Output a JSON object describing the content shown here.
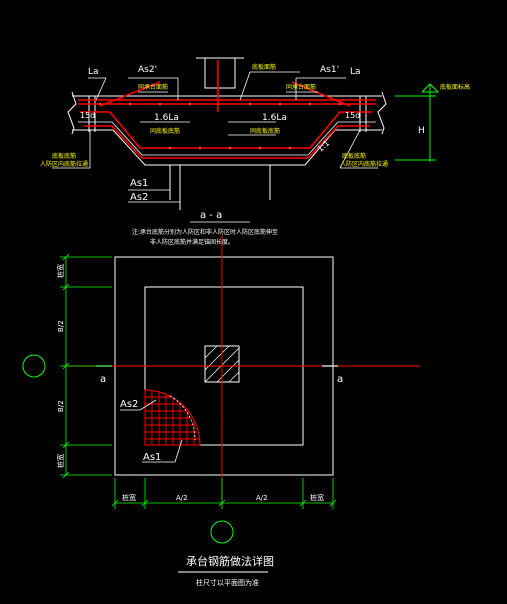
{
  "section": {
    "label_La_left": "La",
    "label_La_right": "La",
    "label_As2p": "As2'",
    "label_As1p": "As1'",
    "label_top_bar_left": "同承台面筋",
    "label_top_bar_mid": "底板面筋",
    "label_top_bar_right": "同承台面筋",
    "label_15d_left": "15d",
    "label_15d_right": "15d",
    "label_16La_left": "1.6La",
    "label_16La_right": "1.6La",
    "label_bottom_bar_left": "同底板底筋",
    "label_bottom_bar_right": "同底板底筋",
    "label_floor_left_1": "底板底筋",
    "label_floor_left_2": "人防区内底筋拉通",
    "label_floor_right_1": "底板底筋",
    "label_floor_right_2": "人防区内底筋拉通",
    "label_As1": "As1",
    "label_As2": "As2",
    "label_slope": "1:1",
    "label_H": "H",
    "label_floor_elev": "底板面标高",
    "section_title": "a - a",
    "note_line1": "注:承台底筋分别为人防区和非人防区时人防区底筋伸至",
    "note_line2": "非人防区底筋并满足锚固长度。"
  },
  "plan": {
    "dim_top_edge": "桩宽",
    "dim_half_B_upper": "B/2",
    "dim_half_B_lower": "B/2",
    "dim_bottom_edge": "桩宽",
    "dim_bottom_left": "桩宽",
    "dim_half_A_left": "A/2",
    "dim_half_A_right": "A/2",
    "dim_bottom_right": "桩宽",
    "cut_left": "a",
    "cut_right": "a",
    "label_As2": "As2",
    "label_As1": "As1"
  },
  "title_block": {
    "title": "承台钢筋做法详图",
    "subtitle": "柱尺寸以平面图为准"
  },
  "colors": {
    "background": "#000000",
    "outline": "#ffffff",
    "rebar": "#ff0000",
    "dimension": "#00ff00",
    "label": "#ffff00"
  }
}
